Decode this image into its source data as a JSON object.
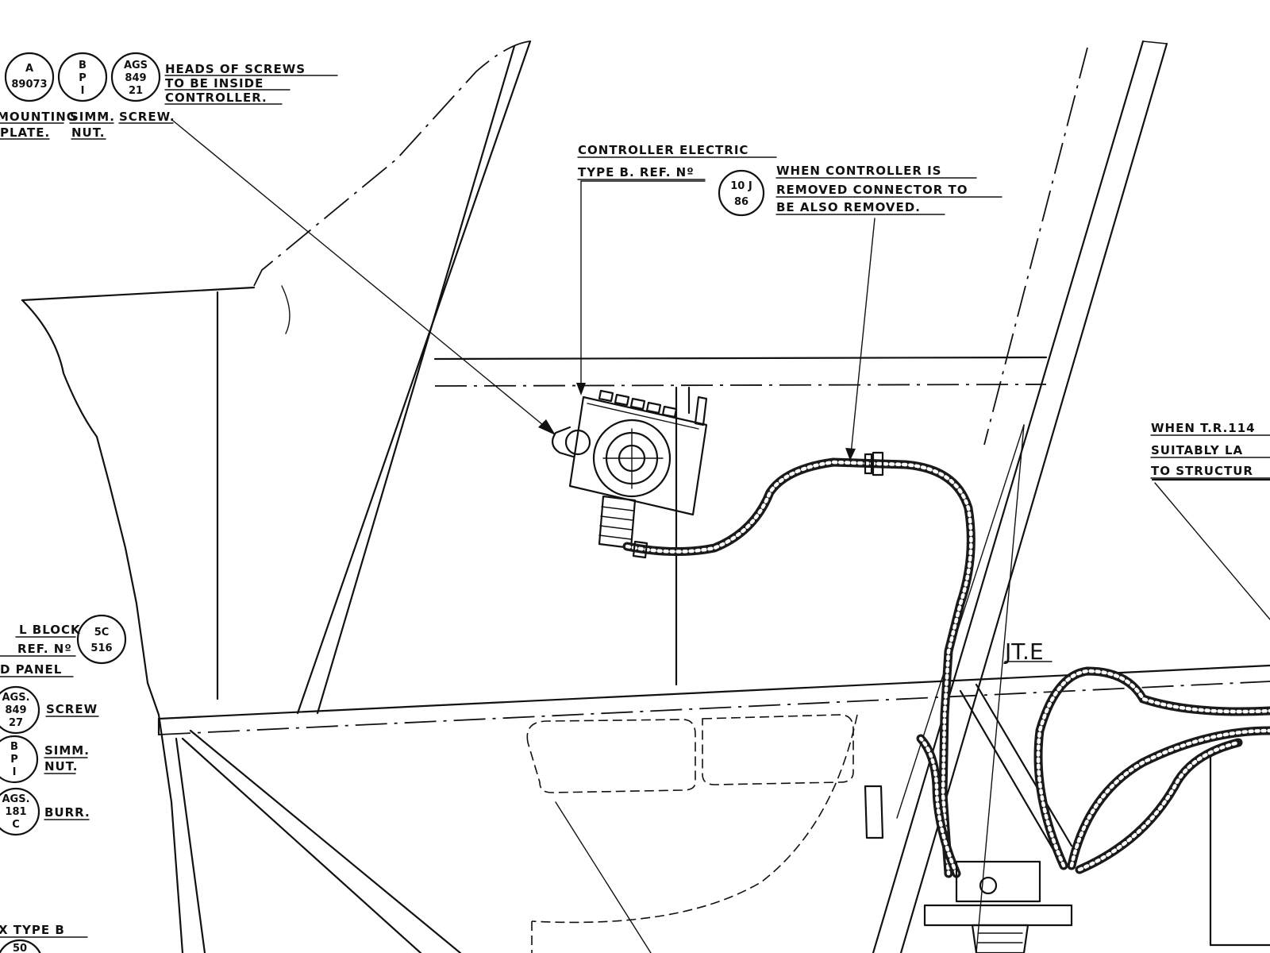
{
  "ref_mounting_plate": {
    "top": "A",
    "bottom": "89073"
  },
  "ref_simm_nut_top": {
    "top": "B",
    "mid": "P",
    "bottom": "I"
  },
  "ref_screw_top": {
    "top": "AGS",
    "mid": "849",
    "bottom": "21"
  },
  "note_screw_heads": [
    "HEADS OF SCREWS",
    "TO BE INSIDE",
    "CONTROLLER."
  ],
  "label_mounting_plate": [
    "MOUNTING",
    "PLATE."
  ],
  "label_simm_nut_top": [
    "SIMM.",
    "NUT."
  ],
  "label_screw_top": "SCREW.",
  "controller": {
    "line1": "CONTROLLER ELECTRIC",
    "line2": "TYPE B. REF. Nº",
    "ref_top": "10 J",
    "ref_bottom": "86"
  },
  "note_connector": [
    "WHEN CONTROLLER IS",
    "REMOVED CONNECTOR TO",
    "BE ALSO REMOVED."
  ],
  "note_tr": [
    "WHEN T.R.114",
    "SUITABLY LA",
    "TO STRUCTUR"
  ],
  "joint_label": "JT.E",
  "left_block": {
    "line1": "L BLOCK",
    "line2": "REF. Nº",
    "line3": "D PANEL",
    "ref_top": "5C",
    "ref_bottom": "516"
  },
  "ref_screw_left": {
    "top": "AGS.",
    "mid": "849",
    "bottom": "27",
    "label": "SCREW"
  },
  "ref_simm_nut_left": {
    "top": "B",
    "mid": "P",
    "bottom": "I",
    "label": [
      "SIMM.",
      "NUT."
    ]
  },
  "ref_burr": {
    "top": "AGS.",
    "mid": "181",
    "bottom": "C",
    "label": "BURR."
  },
  "bottom_label": "X TYPE B",
  "bottom_ref": "50"
}
